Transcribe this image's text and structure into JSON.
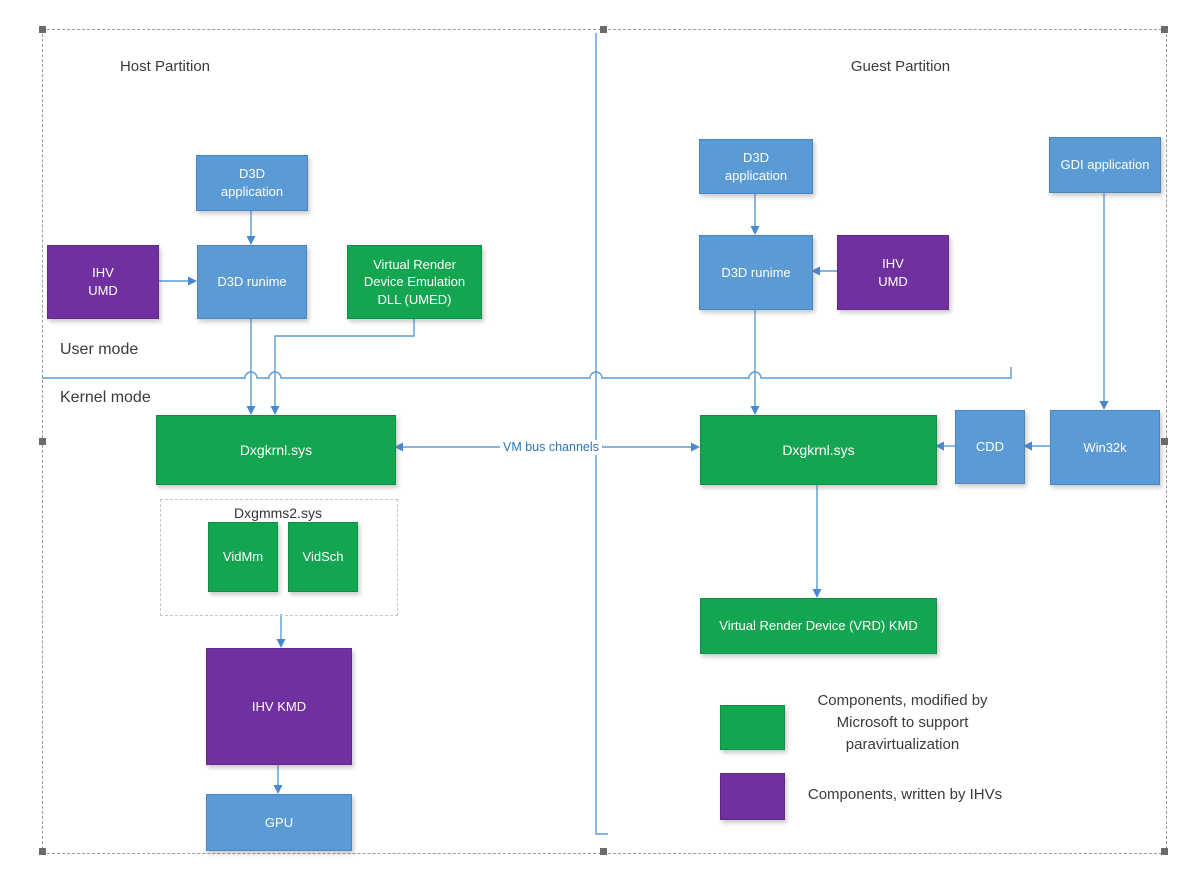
{
  "titles": {
    "host": "Host Partition",
    "guest": "Guest Partition"
  },
  "mode_labels": {
    "user": "User mode",
    "kernel": "Kernel mode"
  },
  "nodes": {
    "host_d3d_app": "D3D\napplication",
    "host_ihv_umd": "IHV\nUMD",
    "host_d3d_runtime": "D3D runime",
    "umed": "Virtual Render\nDevice Emulation\nDLL (UMED)",
    "host_dxgkrnl": "Dxgkrnl.sys",
    "dxgmms2": "Dxgmms2.sys",
    "vidmm": "VidMm",
    "vidsch": "VidSch",
    "ihv_kmd": "IHV KMD",
    "gpu": "GPU",
    "guest_d3d_app": "D3D\napplication",
    "guest_d3d_runtime": "D3D runime",
    "guest_ihv_umd": "IHV\nUMD",
    "gdi_app": "GDI application",
    "guest_dxgkrnl": "Dxgkrnl.sys",
    "cdd": "CDD",
    "win32k": "Win32k",
    "vrd_kmd": "Virtual Render Device (VRD) KMD"
  },
  "connector_labels": {
    "vm_bus": "VM bus channels"
  },
  "legend": {
    "green_label": "Components, modified by\nMicrosoft to support\nparavirtualization",
    "purple_label": "Components, written by IHVs"
  },
  "colors": {
    "box_blue": "#5B9BD5",
    "box_green": "#14A550",
    "box_purple": "#7030A0",
    "line_blue": "#5B9BD5",
    "vm_bus_text": "#2E75B6",
    "label_text": "#3A3A3A",
    "selection_gray": "#9B9B9B"
  }
}
